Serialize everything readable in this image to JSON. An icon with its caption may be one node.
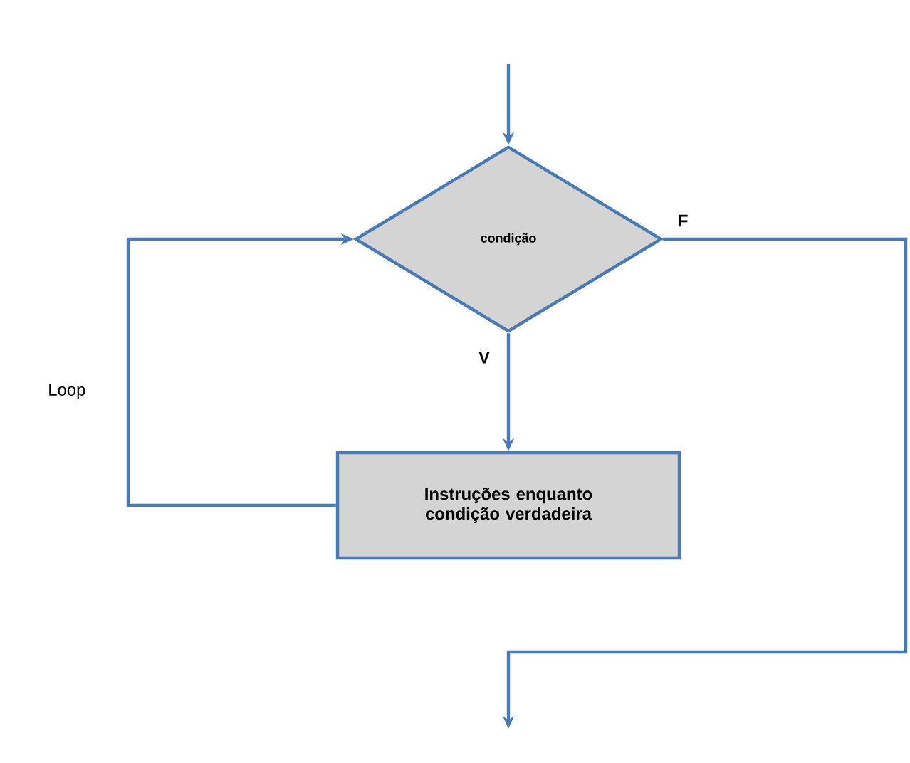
{
  "diagram": {
    "nodes": [
      {
        "text": [
          "condição"
        ]
      },
      {
        "text": [
          "Instruções enquanto condição verdadeira"
        ]
      }
    ],
    "edges": [
      {
        "from": null,
        "to": 0,
        "arrow": "to"
      },
      {
        "from": 0,
        "to": 1,
        "arrow": "to",
        "label": "V"
      },
      {
        "from": 1,
        "to": 0,
        "arrow": "to",
        "label": "Loop"
      },
      {
        "from": 0,
        "to": null,
        "arrow": "to",
        "label": "F"
      }
    ]
  }
}
